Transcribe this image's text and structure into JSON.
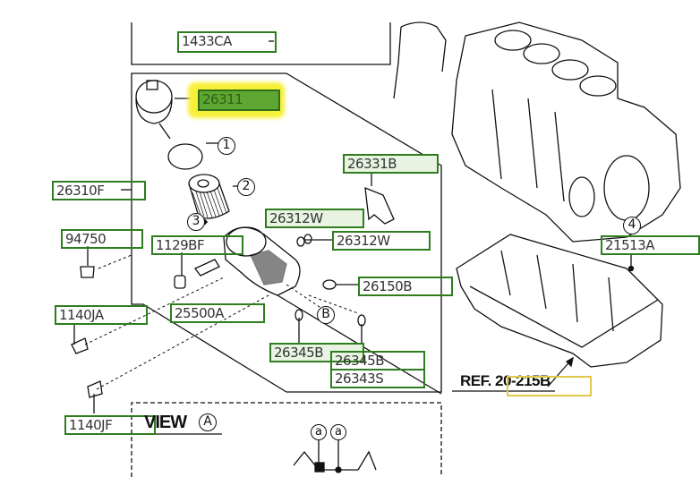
{
  "diagram": {
    "title": "Oil filter / oil pan assembly parts diagram",
    "highlight_color": "#f7f038",
    "label_border_color": "#2e7d1e",
    "labels": [
      {
        "id": "1433CA",
        "text": "1433CA",
        "state": "normal"
      },
      {
        "id": "26311",
        "text": "26311",
        "state": "highlighted"
      },
      {
        "id": "26310F",
        "text": "26310F",
        "state": "normal"
      },
      {
        "id": "94750",
        "text": "94750",
        "state": "normal"
      },
      {
        "id": "1129BF",
        "text": "1129BF",
        "state": "normal"
      },
      {
        "id": "26331B",
        "text": "26331B",
        "state": "shaded"
      },
      {
        "id": "26312W_a",
        "text": "26312W",
        "state": "shaded"
      },
      {
        "id": "26312W_b",
        "text": "26312W",
        "state": "normal"
      },
      {
        "id": "26150B",
        "text": "26150B",
        "state": "normal"
      },
      {
        "id": "1140JA",
        "text": "1140JA",
        "state": "normal"
      },
      {
        "id": "25500A",
        "text": "25500A",
        "state": "normal"
      },
      {
        "id": "26345B_a",
        "text": "26345B",
        "state": "shaded"
      },
      {
        "id": "26345B_b",
        "text": "26345B",
        "state": "normal"
      },
      {
        "id": "26343S",
        "text": "26343S",
        "state": "normal"
      },
      {
        "id": "21513A",
        "text": "21513A",
        "state": "normal"
      },
      {
        "id": "1140JF",
        "text": "1140JF",
        "state": "normal"
      }
    ],
    "callouts": [
      "1",
      "2",
      "3",
      "4",
      "B",
      "A",
      "a",
      "a"
    ],
    "reference": {
      "text": "REF. 20-215B"
    },
    "view": {
      "title": "VIEW",
      "marker": "A"
    }
  }
}
